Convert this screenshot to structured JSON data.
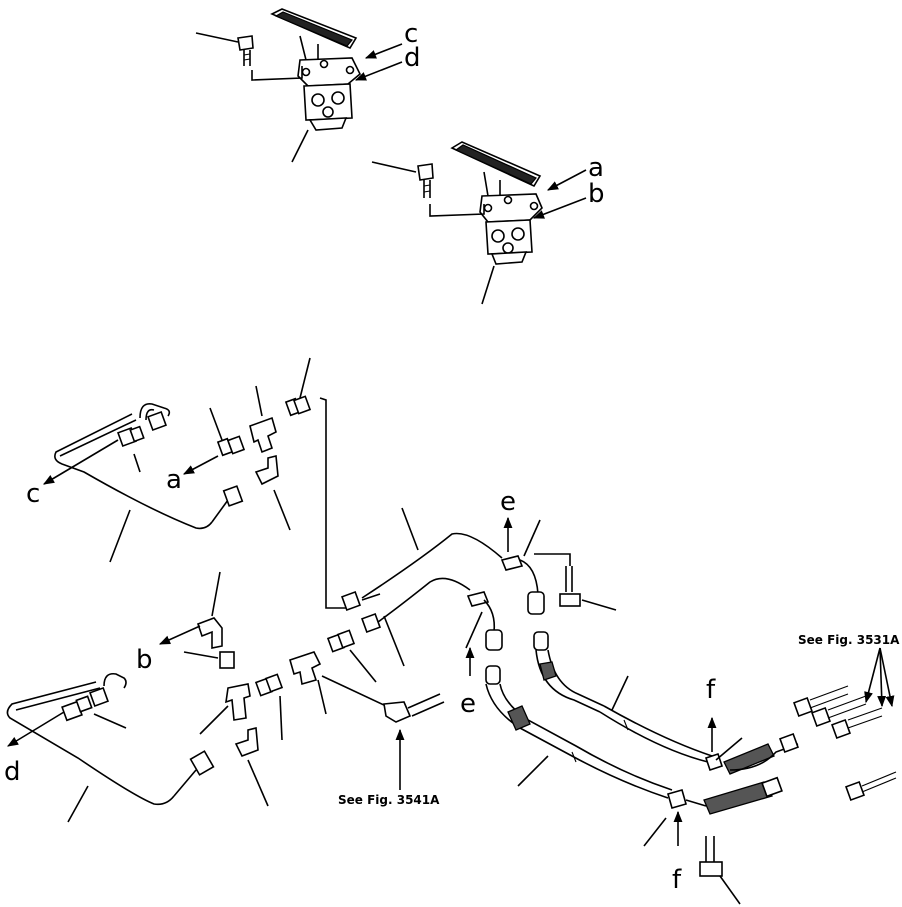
{
  "diagram": {
    "connection_labels": {
      "a": "a",
      "b": "b",
      "c": "c",
      "d": "d",
      "e": "e",
      "f": "f"
    },
    "references": {
      "fig_3541a": "See Fig. 3541A",
      "fig_3531a": "See Fig. 3531A"
    }
  }
}
